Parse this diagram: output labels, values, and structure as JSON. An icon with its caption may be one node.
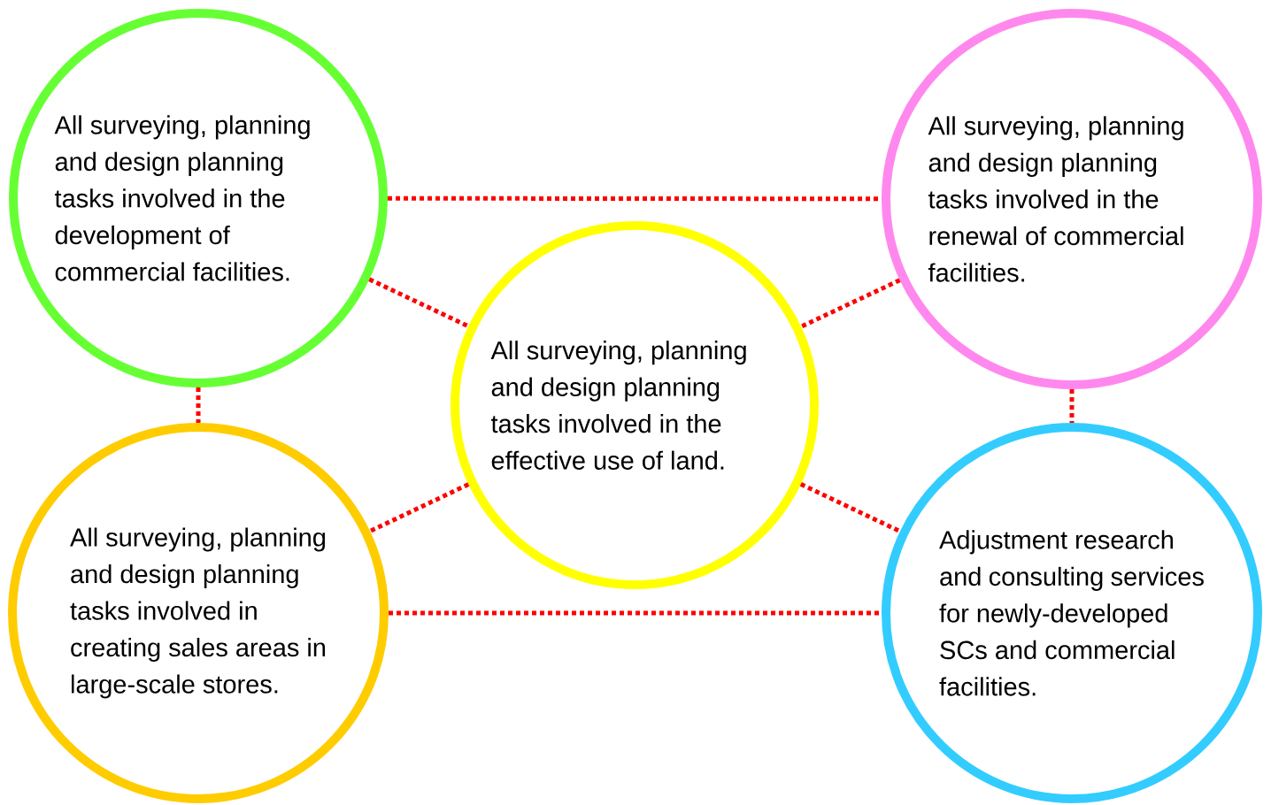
{
  "diagram": {
    "nodes": [
      {
        "text": [
          "All surveying, planning and design planning tasks involved in the development of commercial facilities."
        ]
      },
      {
        "text": [
          "All surveying, planning and design planning tasks involved in the renewal of commercial facilities."
        ]
      },
      {
        "text": [
          "All surveying, planning and design planning tasks involved in the effective use of land."
        ]
      },
      {
        "text": [
          "All surveying, planning and design planning tasks involved in creating sales areas in large-scale stores."
        ]
      },
      {
        "text": [
          "Adjustment research and consulting services for newly-developed SCs and commercial facilities."
        ]
      }
    ],
    "edges": [
      {
        "from": 0,
        "to": 1,
        "arrow": "none"
      },
      {
        "from": 0,
        "to": 2,
        "arrow": "none"
      },
      {
        "from": 0,
        "to": 3,
        "arrow": "none"
      },
      {
        "from": 1,
        "to": 2,
        "arrow": "none"
      },
      {
        "from": 1,
        "to": 4,
        "arrow": "none"
      },
      {
        "from": 2,
        "to": 3,
        "arrow": "none"
      },
      {
        "from": 2,
        "to": 4,
        "arrow": "none"
      },
      {
        "from": 3,
        "to": 4,
        "arrow": "none"
      }
    ]
  }
}
